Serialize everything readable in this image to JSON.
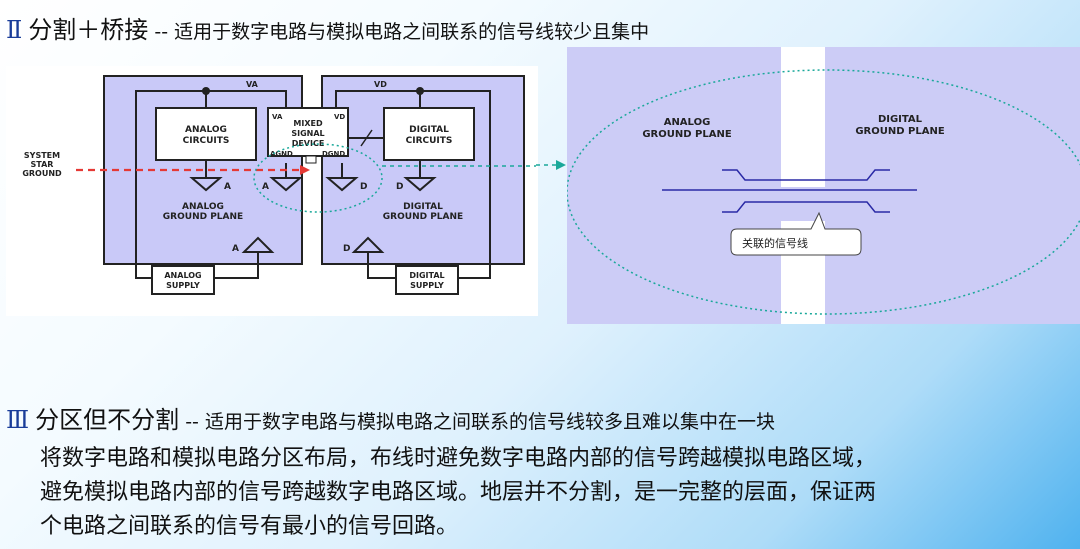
{
  "heading1": {
    "numeral": "Ⅱ",
    "title": "分割＋桥接",
    "dash": " -- ",
    "desc": "适用于数字电路与模拟电路之间联系的信号线较少且集中"
  },
  "heading2": {
    "numeral": "Ⅲ",
    "title": "分区但不分割",
    "dash": " -- ",
    "desc": "适用于数字电路与模拟电路之间联系的信号线较多且难以集中在一块"
  },
  "paragraph": [
    "将数字电路和模拟电路分区布局，布线时避免数字电路内部的信号跨越模拟电路区域，",
    "避免模拟电路内部的信号跨越数字电路区域。地层并不分割，是一完整的层面，保证两",
    "个电路之间联系的信号有最小的信号回路。"
  ],
  "left_diagram": {
    "va": "VA",
    "vd": "VD",
    "va_inner": "VA",
    "vd_inner": "VD",
    "analog_circuits": [
      "ANALOG",
      "CIRCUITS"
    ],
    "mixed_device": [
      "MIXED",
      "SIGNAL",
      "DEVICE"
    ],
    "digital_circuits": [
      "DIGITAL",
      "CIRCUITS"
    ],
    "agnd": "AGND",
    "dgnd": "DGND",
    "system_star_ground": [
      "SYSTEM",
      "STAR",
      "GROUND"
    ],
    "analog_ground_plane": [
      "ANALOG",
      "GROUND PLANE"
    ],
    "digital_ground_plane": [
      "DIGITAL",
      "GROUND PLANE"
    ],
    "a": "A",
    "d": "D",
    "analog_supply": [
      "ANALOG",
      "SUPPLY"
    ],
    "digital_supply": [
      "DIGITAL",
      "SUPPLY"
    ]
  },
  "right_diagram": {
    "analog_ground_plane": [
      "ANALOG",
      "GROUND PLANE"
    ],
    "digital_ground_plane": [
      "DIGITAL",
      "GROUND PLANE"
    ],
    "callout": "关联的信号线"
  },
  "colors": {
    "plane_fill": "#c9c9f8",
    "right_plane_fill": "#ccccf6",
    "arrow_red": "#e53935",
    "dotted_teal": "#1aa89a",
    "numeral_blue": "#1a3d99"
  }
}
